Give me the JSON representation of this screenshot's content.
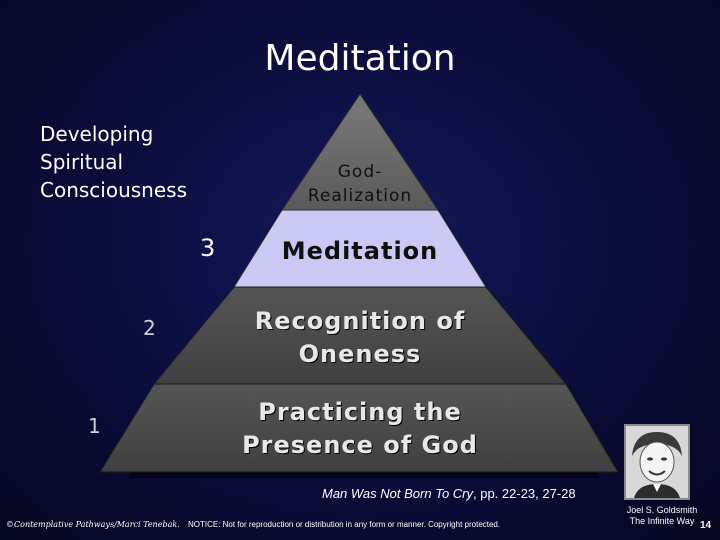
{
  "title": "Meditation",
  "subtitle": [
    "Developing",
    "Spiritual",
    "Consciousness"
  ],
  "levels": {
    "top": [
      "God-",
      "Realization"
    ],
    "third": "Meditation",
    "second": [
      "Recognition of",
      "Oneness"
    ],
    "base": [
      "Practicing the",
      "Presence of God"
    ]
  },
  "step_numbers": [
    "3",
    "2",
    "1"
  ],
  "citation": {
    "book": "Man Was Not Born To Cry",
    "pages": ", pp. 22-23, 27-28"
  },
  "footer": {
    "brand": "©Contemplative Pathways/Marci Tenebak.",
    "notice": "NOTICE: Not for reproduction or distribution in any form or manner. Copyright protected."
  },
  "author": [
    "Joel S. Goldsmith",
    "The Infinite Way"
  ],
  "slide_number": "14",
  "colors": {
    "background": "#0b0e3f",
    "pyramid_top": "#686868",
    "meditation_band": "#c9c9f4",
    "lower_bands": "#4a4a4a",
    "subtitle_text": "#ffffff"
  },
  "icons": [
    "portrait-photo"
  ]
}
